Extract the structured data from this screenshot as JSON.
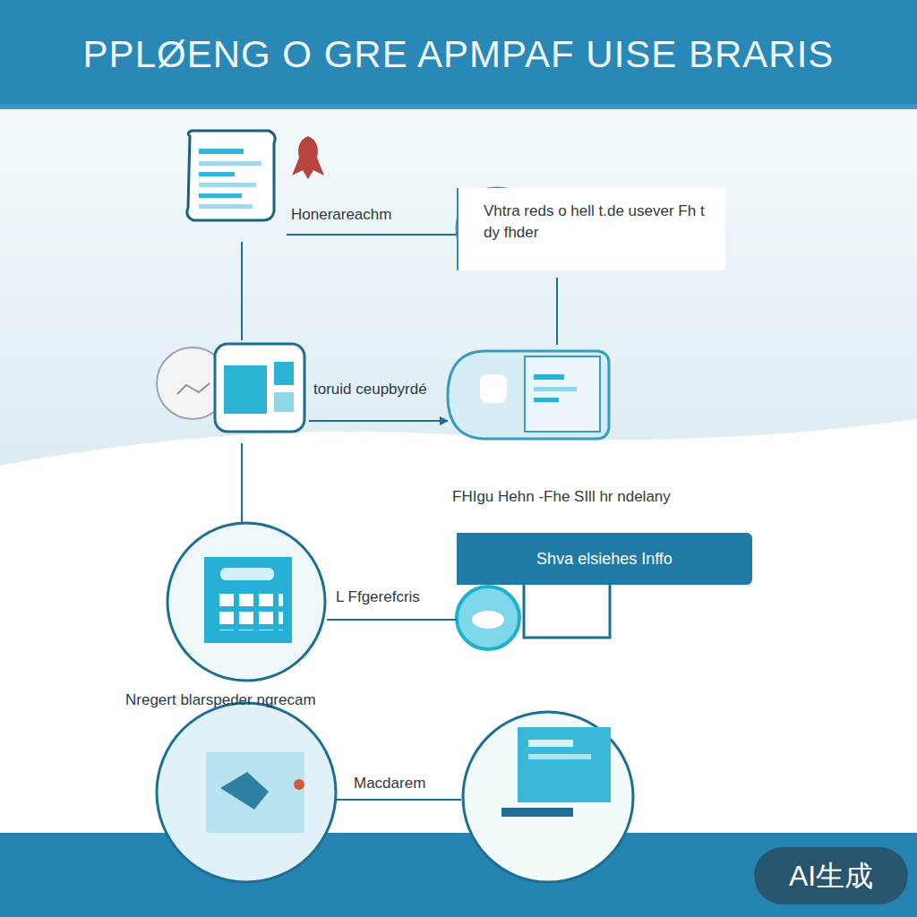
{
  "diagram": {
    "title": "PPLØENG O GRE APMPAF UISE BRARIS",
    "nodes": [
      {
        "text": [
          "Honerareachm"
        ]
      },
      {
        "text": [
          "Vhtra reds o hell t.de usever Fh t dy fhder"
        ]
      },
      {
        "text": [
          "toruid ceupbyrdé"
        ]
      },
      {
        "text": [
          "FHIgu Hehn -Fhe SIll hr ndelany"
        ]
      },
      {
        "text": [
          "L Ffgerefcris"
        ]
      },
      {
        "text": [
          "Shva elsiehes Inffo"
        ]
      },
      {
        "text": [
          "Nregert blarspeder ngrecam"
        ]
      },
      {
        "text": [
          "Macdarem"
        ]
      }
    ],
    "edges": [
      {
        "from": 0,
        "to": 1,
        "arrow": "none"
      },
      {
        "from": 0,
        "to": 2,
        "arrow": "none"
      },
      {
        "from": 1,
        "to": 3,
        "arrow": "none"
      },
      {
        "from": 2,
        "to": 3,
        "arrow": "to"
      },
      {
        "from": 2,
        "to": 4,
        "arrow": "none"
      },
      {
        "from": 4,
        "to": 5,
        "arrow": "none"
      },
      {
        "from": 6,
        "to": 7,
        "arrow": "none"
      }
    ],
    "labels": [
      "AI生成"
    ]
  }
}
